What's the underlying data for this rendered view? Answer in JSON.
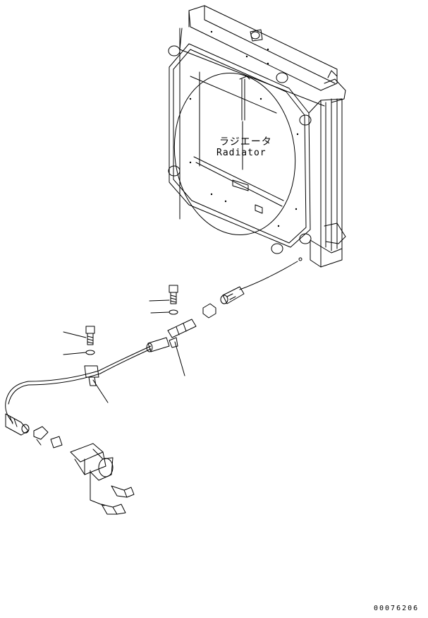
{
  "labels": {
    "radiator_jp": "ラジエータ",
    "radiator_en": "Radiator",
    "drawing_id": "00076206"
  }
}
